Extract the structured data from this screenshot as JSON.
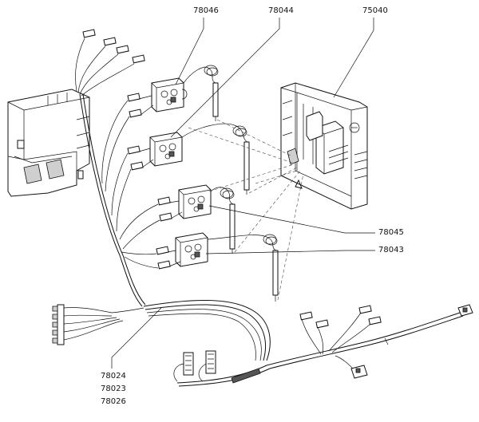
{
  "labels": {
    "p78046": "78046",
    "p78044": "78044",
    "p75040": "75040",
    "p78045": "78045",
    "p78043": "78043",
    "p78024": "78024",
    "p78023": "78023",
    "p78026": "78026"
  }
}
